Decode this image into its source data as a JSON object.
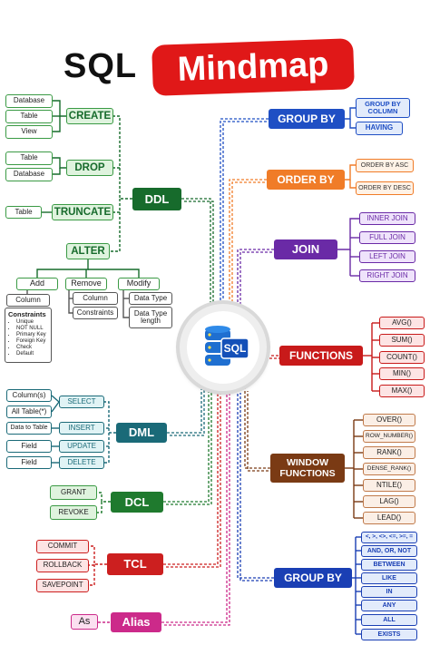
{
  "title": {
    "part1": "SQL",
    "part2": "Mindmap"
  },
  "center_logo_text": "SQL",
  "ddl": {
    "label": "DDL",
    "create": {
      "label": "CREATE",
      "items": [
        "Database",
        "Table",
        "View"
      ]
    },
    "drop": {
      "label": "DROP",
      "items": [
        "Table",
        "Database"
      ]
    },
    "truncate": {
      "label": "TRUNCATE",
      "items": [
        "Table"
      ]
    },
    "alter": {
      "label": "ALTER",
      "add": {
        "label": "Add",
        "column": "Column",
        "constraints_title": "Constraints",
        "constraints": [
          "Unique",
          "NOT NULL",
          "Primary Key",
          "Foreign Key",
          "Check",
          "Default"
        ]
      },
      "remove": {
        "label": "Remove",
        "items": [
          "Column",
          "Constraints"
        ]
      },
      "modify": {
        "label": "Modify",
        "items": [
          "Data Type",
          "Data Type length"
        ]
      }
    }
  },
  "dml": {
    "label": "DML",
    "commands": [
      "SELECT",
      "INSERT",
      "UPDATE",
      "DELETE"
    ],
    "targets": [
      "Column(s)",
      "All Table(*)",
      "Data to Table",
      "Field",
      "Field"
    ]
  },
  "dcl": {
    "label": "DCL",
    "items": [
      "GRANT",
      "REVOKE"
    ]
  },
  "tcl": {
    "label": "TCL",
    "items": [
      "COMMIT",
      "ROLLBACK",
      "SAVEPOINT"
    ]
  },
  "alias": {
    "label": "Alias",
    "items": [
      "As"
    ]
  },
  "group_by": {
    "label": "GROUP BY",
    "items": [
      "GROUP BY COLUMN",
      "HAVING"
    ]
  },
  "order_by": {
    "label": "ORDER BY",
    "items": [
      "ORDER BY ASC",
      "ORDER BY DESC"
    ]
  },
  "join": {
    "label": "JOIN",
    "items": [
      "INNER JOIN",
      "FULL JOIN",
      "LEFT JOIN",
      "RIGHT JOIN"
    ]
  },
  "functions": {
    "label": "FUNCTIONS",
    "items": [
      "AVG()",
      "SUM()",
      "COUNT()",
      "MIN()",
      "MAX()"
    ]
  },
  "window_functions": {
    "label": "WINDOW FUNCTIONS",
    "items": [
      "OVER()",
      "ROW_NUMBER()",
      "RANK()",
      "DENSE_RANK()",
      "NTILE()",
      "LAG()",
      "LEAD()"
    ]
  },
  "operators": {
    "label": "GROUP BY",
    "items": [
      "<, >, <>, <=, >=, =",
      "AND, OR, NOT",
      "BETWEEN",
      "LIKE",
      "IN",
      "ANY",
      "ALL",
      "EXISTS"
    ]
  },
  "colors": {
    "ddl": "#176b2c",
    "dml": "#1a6a78",
    "dcl": "#1f7a2e",
    "tcl": "#cc1f1f",
    "alias": "#cc2a8a",
    "group_by": "#1f4fc4",
    "order_by": "#f07c28",
    "join": "#6a2aa6",
    "functions": "#c81a1a",
    "window": "#7a3a14",
    "operators": "#1a3fb4",
    "title_red": "#e01818"
  }
}
